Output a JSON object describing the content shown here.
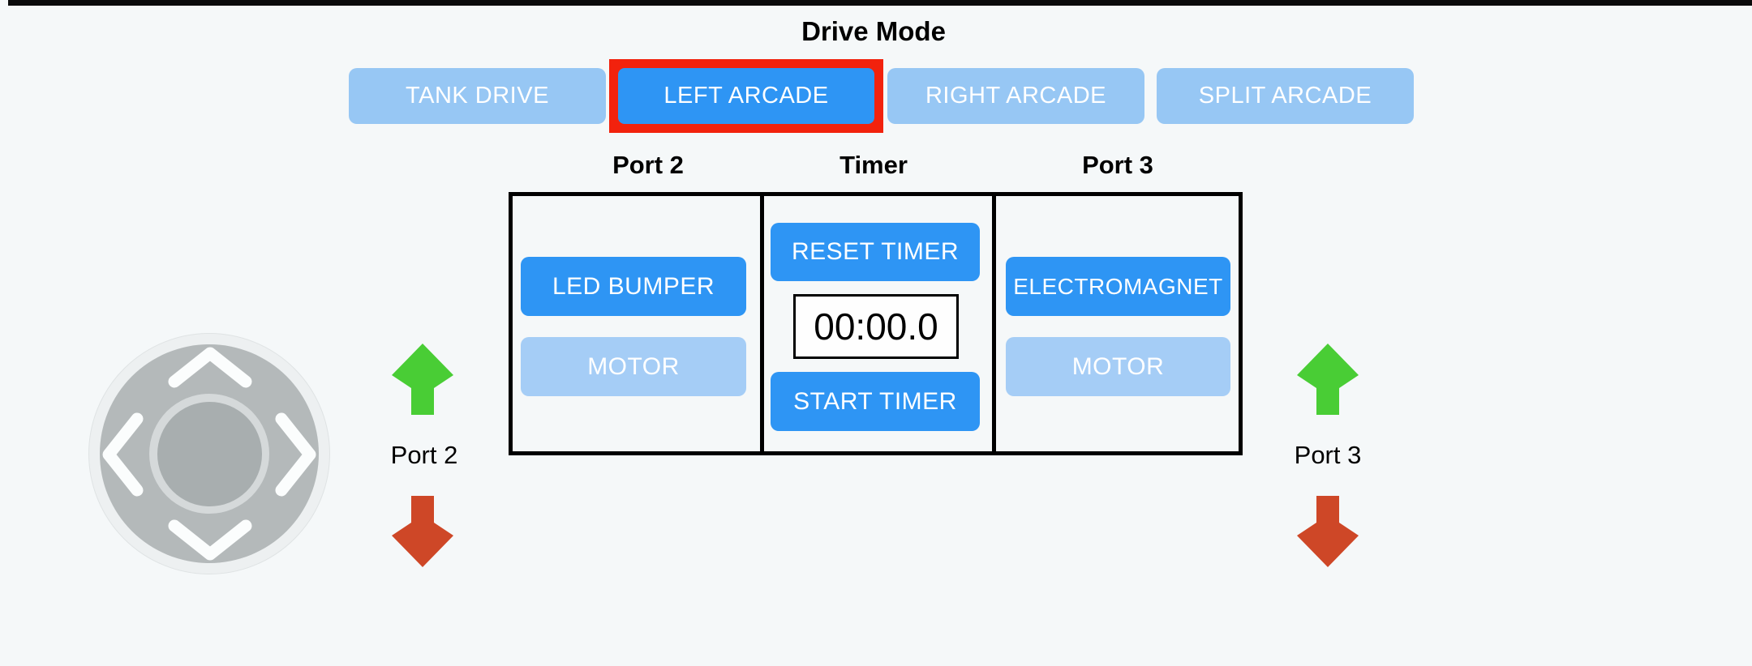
{
  "title": "Drive Mode",
  "drive_mode_buttons": [
    {
      "label": "TANK DRIVE",
      "selected": false
    },
    {
      "label": "LEFT ARCADE",
      "selected": true
    },
    {
      "label": "RIGHT ARCADE",
      "selected": false
    },
    {
      "label": "SPLIT ARCADE",
      "selected": false
    }
  ],
  "panel": {
    "port2": {
      "header": "Port 2",
      "led_bumper_label": "LED BUMPER",
      "motor_label": "MOTOR"
    },
    "timer": {
      "header": "Timer",
      "reset_label": "RESET TIMER",
      "display_value": "00:00.0",
      "start_label": "START TIMER"
    },
    "port3": {
      "header": "Port 3",
      "electromagnet_label": "ELECTROMAGNET",
      "motor_label": "MOTOR"
    }
  },
  "port_direction_indicators": {
    "left": {
      "label": "Port 2",
      "up_icon": "green-up-arrow",
      "down_icon": "red-down-arrow"
    },
    "right": {
      "label": "Port 3",
      "up_icon": "green-up-arrow",
      "down_icon": "red-down-arrow"
    }
  },
  "joystick": {
    "direction_icons": [
      "up-chevron",
      "down-chevron",
      "left-chevron",
      "right-chevron"
    ]
  },
  "colors": {
    "background": "#F5F8F9",
    "top_border": "#0B0B0B",
    "active_button_blue": "#2E95F4",
    "inactive_button_blue": "#97C7F4",
    "light_motor_blue": "#A5CDF6",
    "selected_outline_red": "#F2220D",
    "up_arrow_green": "#49CD35",
    "down_arrow_red": "#CE4727",
    "panel_border": "#000000",
    "button_text": "#FFFFFF",
    "timer_text": "#000000",
    "joystick_base_gray": "#B4B9BA",
    "joystick_pad_gray": "#EDF0F1",
    "joystick_knob_gray": "#A8AEAF"
  }
}
